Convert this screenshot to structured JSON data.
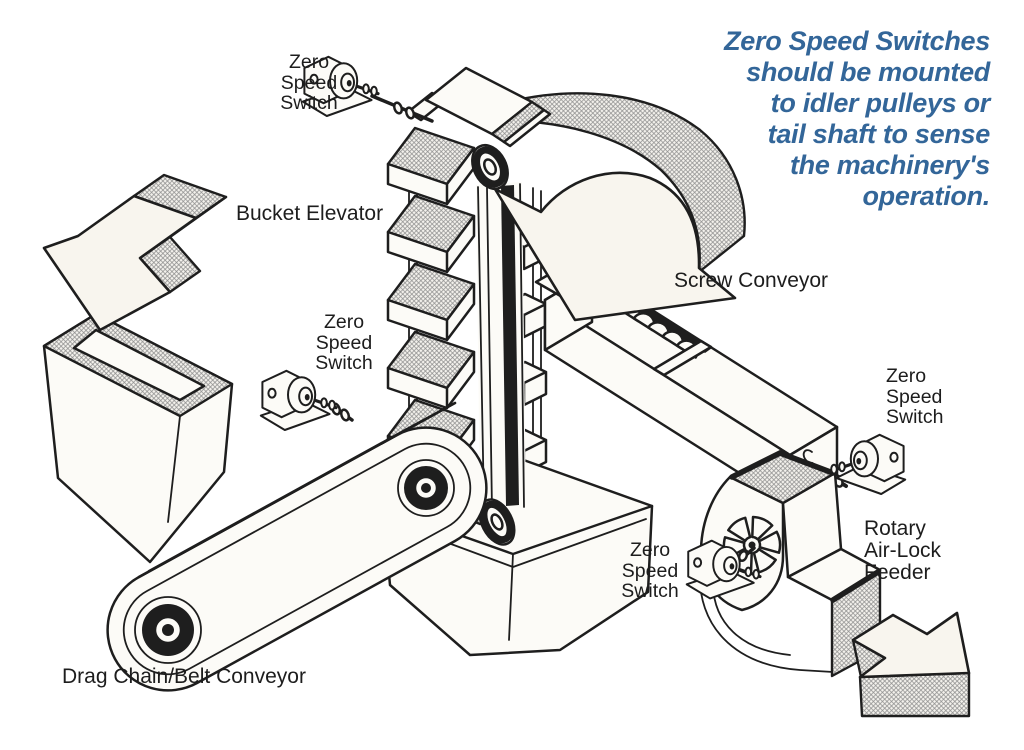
{
  "figure": {
    "note": {
      "color": "#336699",
      "lines": [
        "Zero Speed Switches",
        "should be mounted",
        "to idler pulleys or",
        "tail shaft to sense",
        "the machinery's",
        "operation."
      ]
    },
    "labels": {
      "zero_speed_switch_top": {
        "lines": [
          "Zero",
          "Speed",
          "Switch"
        ]
      },
      "zero_speed_switch_mid": {
        "lines": [
          "Zero",
          "Speed",
          "Switch"
        ]
      },
      "zero_speed_switch_screw": {
        "lines": [
          "Zero",
          "Speed",
          "Switch"
        ]
      },
      "zero_speed_switch_feeder": {
        "lines": [
          "Zero",
          "Speed",
          "Switch"
        ]
      },
      "bucket_elevator": "Bucket Elevator",
      "screw_conveyor": "Screw Conveyor",
      "rotary_airlock_feeder": {
        "lines": [
          "Rotary",
          "Air-Lock",
          "Feeder"
        ]
      },
      "drag_chain_belt_conveyor": "Drag Chain/Belt Conveyor"
    },
    "colors": {
      "ink": "#1e1e1e",
      "accent_blue": "#336699",
      "face": "#fcfbf7",
      "hatch_background": "#f4f2ed",
      "hatch_line": "#8e8e8e"
    }
  }
}
